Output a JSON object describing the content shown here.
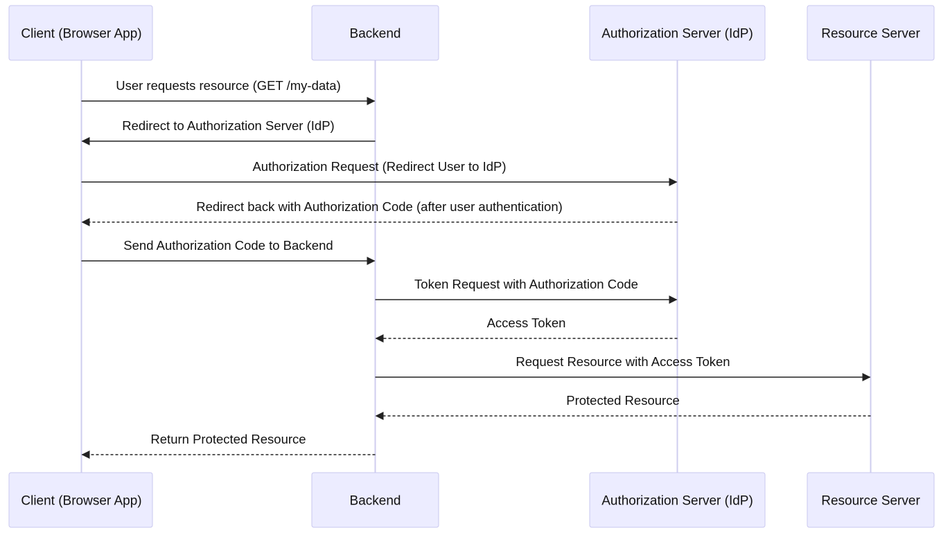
{
  "colors": {
    "actor_fill": "#ececff",
    "actor_border": "#c9c7ef",
    "lifeline": "#cfcdef",
    "arrow": "#222222",
    "text": "#111111"
  },
  "participants": [
    {
      "id": "client",
      "label": "Client (Browser App)"
    },
    {
      "id": "backend",
      "label": "Backend"
    },
    {
      "id": "idp",
      "label": "Authorization Server (IdP)"
    },
    {
      "id": "resource",
      "label": "Resource Server"
    }
  ],
  "messages": [
    {
      "from": "client",
      "to": "backend",
      "label": "User requests resource (GET /my-data)",
      "style": "solid"
    },
    {
      "from": "backend",
      "to": "client",
      "label": "Redirect to Authorization Server (IdP)",
      "style": "solid"
    },
    {
      "from": "client",
      "to": "idp",
      "label": "Authorization Request (Redirect User to IdP)",
      "style": "solid"
    },
    {
      "from": "idp",
      "to": "client",
      "label": "Redirect back with Authorization Code (after user authentication)",
      "style": "dashed"
    },
    {
      "from": "client",
      "to": "backend",
      "label": "Send Authorization Code to Backend",
      "style": "solid"
    },
    {
      "from": "backend",
      "to": "idp",
      "label": "Token Request with Authorization Code",
      "style": "solid"
    },
    {
      "from": "idp",
      "to": "backend",
      "label": "Access Token",
      "style": "dashed"
    },
    {
      "from": "backend",
      "to": "resource",
      "label": "Request Resource with Access Token",
      "style": "solid"
    },
    {
      "from": "resource",
      "to": "backend",
      "label": "Protected Resource",
      "style": "dashed"
    },
    {
      "from": "backend",
      "to": "client",
      "label": "Return Protected Resource",
      "style": "dashed"
    }
  ]
}
